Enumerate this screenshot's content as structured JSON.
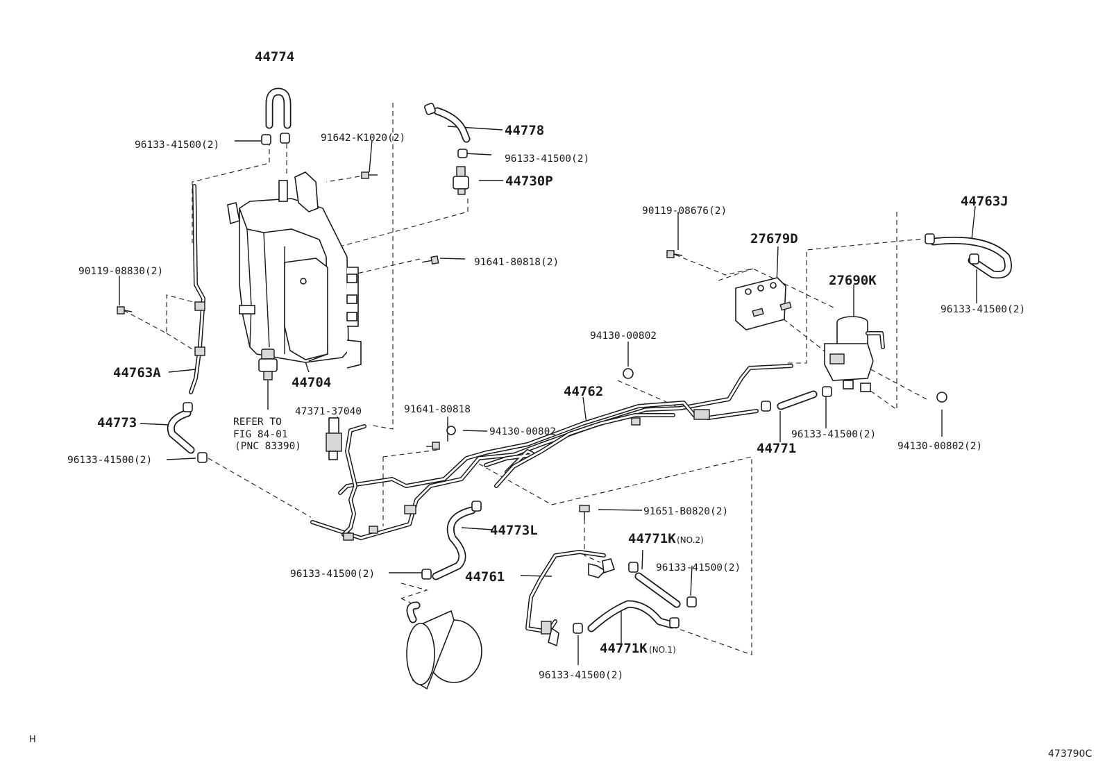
{
  "labels": {
    "p44774": "44774",
    "p44778": "44778",
    "p44730P": "44730P",
    "p91642": "91642-K1020(2)",
    "p96133_top_left": "96133-41500(2)",
    "p96133_top_mid": "96133-41500(2)",
    "p90119_08830": "90119-08830(2)",
    "p91641_top": "91641-80818(2)",
    "p44763A": "44763A",
    "p44704": "44704",
    "p44773": "44773",
    "p96133_left": "96133-41500(2)",
    "refer_line1": "REFER TO",
    "refer_line2": "FIG 84-01",
    "refer_line3": "(PNC 83390)",
    "p47371": "47371-37040",
    "p91641_mid": "91641-80818",
    "p94130_mid": "94130-00802",
    "p44762": "44762",
    "p94130_top": "94130-00802",
    "p90119_08676": "90119-08676(2)",
    "p27679D": "27679D",
    "p27690K": "27690K",
    "p44763J": "44763J",
    "p96133_right": "96133-41500(2)",
    "p96133_right_mid": "96133-41500(2)",
    "p94130_right": "94130-00802(2)",
    "p44771": "44771",
    "p91651": "91651-B0820(2)",
    "p44773L": "44773L",
    "p44771K_no2": "44771K",
    "p44771K_no2_sub": "(NO.2)",
    "p96133_bottom_right": "96133-41500(2)",
    "p96133_bottom_left": "96133-41500(2)",
    "p44761": "44761",
    "p44771K_no1": "44771K",
    "p44771K_no1_sub": "(NO.1)",
    "p96133_bottom": "96133-41500(2)",
    "corner_h": "H",
    "fig_code": "473790C"
  }
}
